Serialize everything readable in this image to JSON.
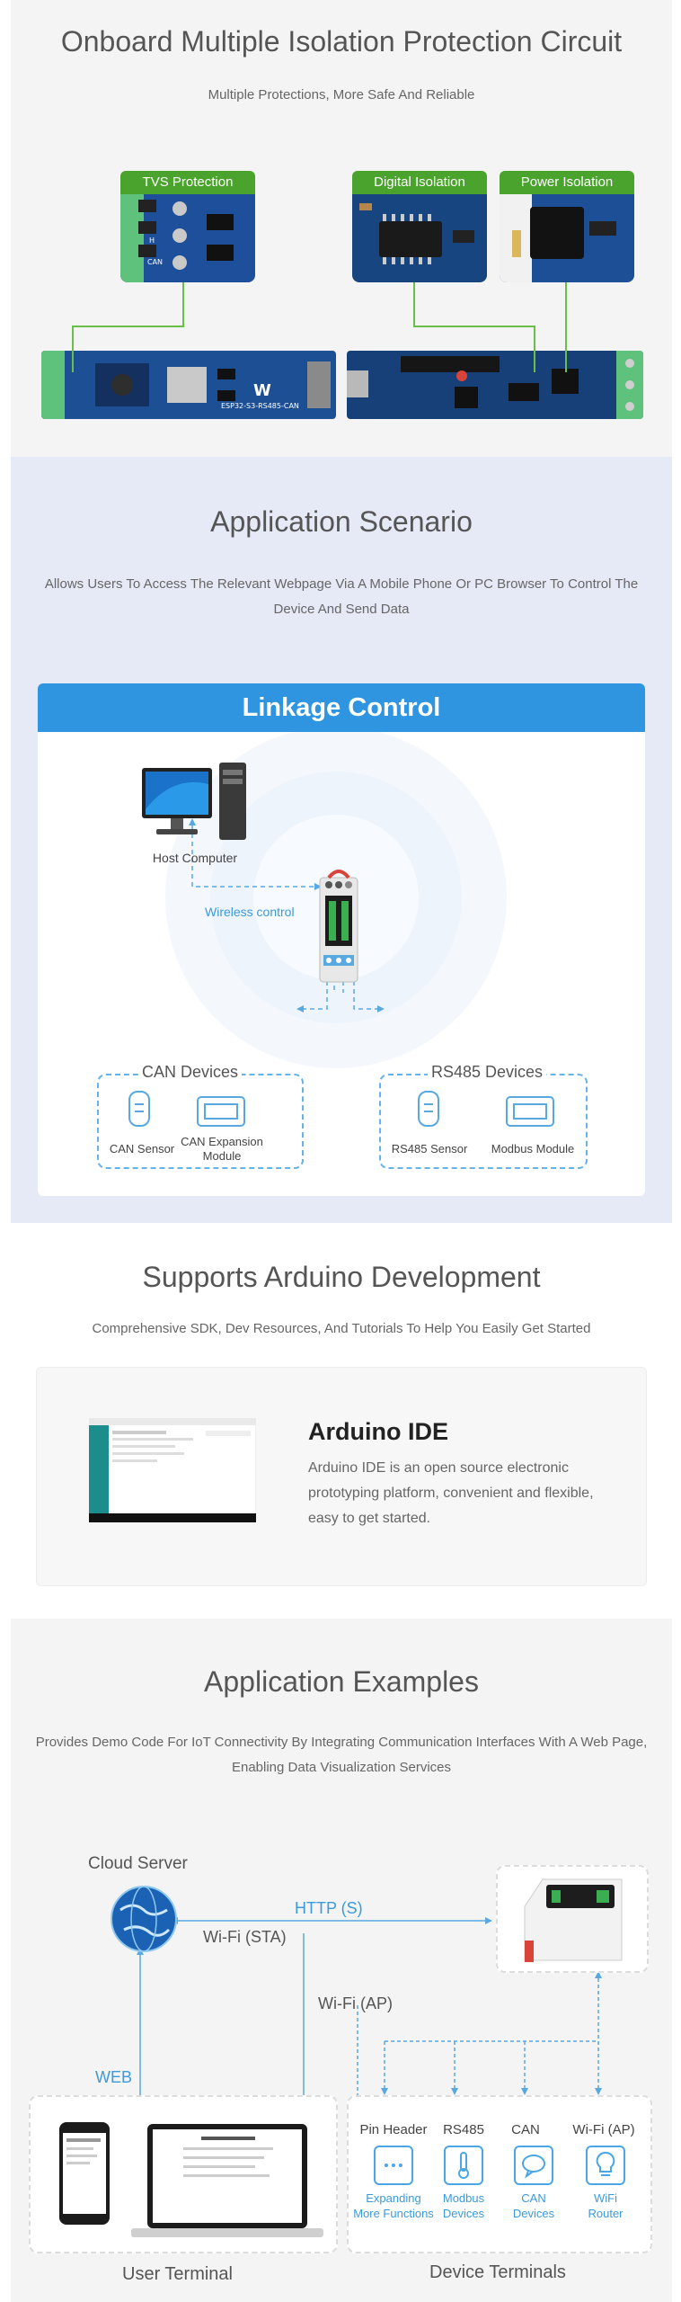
{
  "isolation": {
    "title": "Onboard Multiple Isolation Protection Circuit",
    "subtitle": "Multiple Protections, More Safe And Reliable",
    "tags": [
      "TVS Protection",
      "Digital Isolation",
      "Power Isolation"
    ],
    "board_text": "ESP32-S3-RS485-CAN",
    "board_logo": "W"
  },
  "scenario": {
    "title": "Application Scenario",
    "subtitle": "Allows Users To Access The Relevant Webpage Via A Mobile Phone Or PC Browser To Control The Device And Send Data",
    "card_title": "Linkage Control",
    "host_label": "Host Computer",
    "wireless_label": "Wireless control",
    "can_group": "CAN Devices",
    "rs485_group": "RS485 Devices",
    "devices": [
      "CAN Sensor",
      "CAN Expansion Module",
      "RS485 Sensor",
      "Modbus Module"
    ]
  },
  "arduino": {
    "title": "Supports Arduino Development",
    "subtitle": "Comprehensive SDK, Dev Resources, And Tutorials To Help You Easily Get Started",
    "card_title": "Arduino IDE",
    "card_desc": "Arduino IDE is an open source electronic prototyping platform, convenient and flexible, easy to get started."
  },
  "examples": {
    "title": "Application Examples",
    "subtitle": "Provides Demo Code For IoT Connectivity By Integrating Communication Interfaces With A Web Page, Enabling Data Visualization Services",
    "cloud_label": "Cloud Server",
    "http_label": "HTTP (S)",
    "wifi_sta": "Wi-Fi (STA)",
    "wifi_ap": "Wi-Fi (AP)",
    "web_label": "WEB",
    "user_terminal": "User Terminal",
    "device_terminals": "Device Terminals",
    "headers": [
      "Pin Header",
      "RS485",
      "CAN",
      "Wi-Fi (AP)"
    ],
    "items": [
      "Expanding More Functions",
      "Modbus Devices",
      "CAN Devices",
      "WiFi Router"
    ]
  },
  "colors": {
    "green": "#4aa32c",
    "blue": "#2f95e0",
    "line_blue": "#66b3e8"
  }
}
